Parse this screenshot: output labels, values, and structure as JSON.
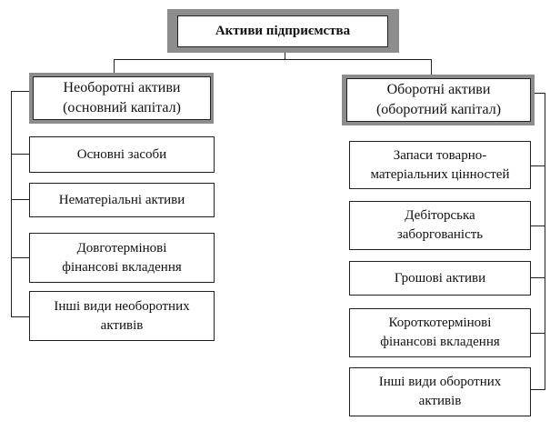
{
  "diagram": {
    "root": "Активи підприємства",
    "left": {
      "title": "Необоротні активи\n(основний капітал)",
      "items": [
        "Основні засоби",
        "Нематеріальні активи",
        "Довготермінові\nфінансові вкладення",
        "Інші види необоротних\nактивів"
      ]
    },
    "right": {
      "title": "Оборотні активи\n(оборотний капітал)",
      "items": [
        "Запаси товарно-\nматеріальних цінностей",
        "Дебіторська\nзаборгованість",
        "Грошові активи",
        "Короткотермінові\nфінансові вкладення",
        "Інші види оборотних\nактивів"
      ]
    }
  }
}
